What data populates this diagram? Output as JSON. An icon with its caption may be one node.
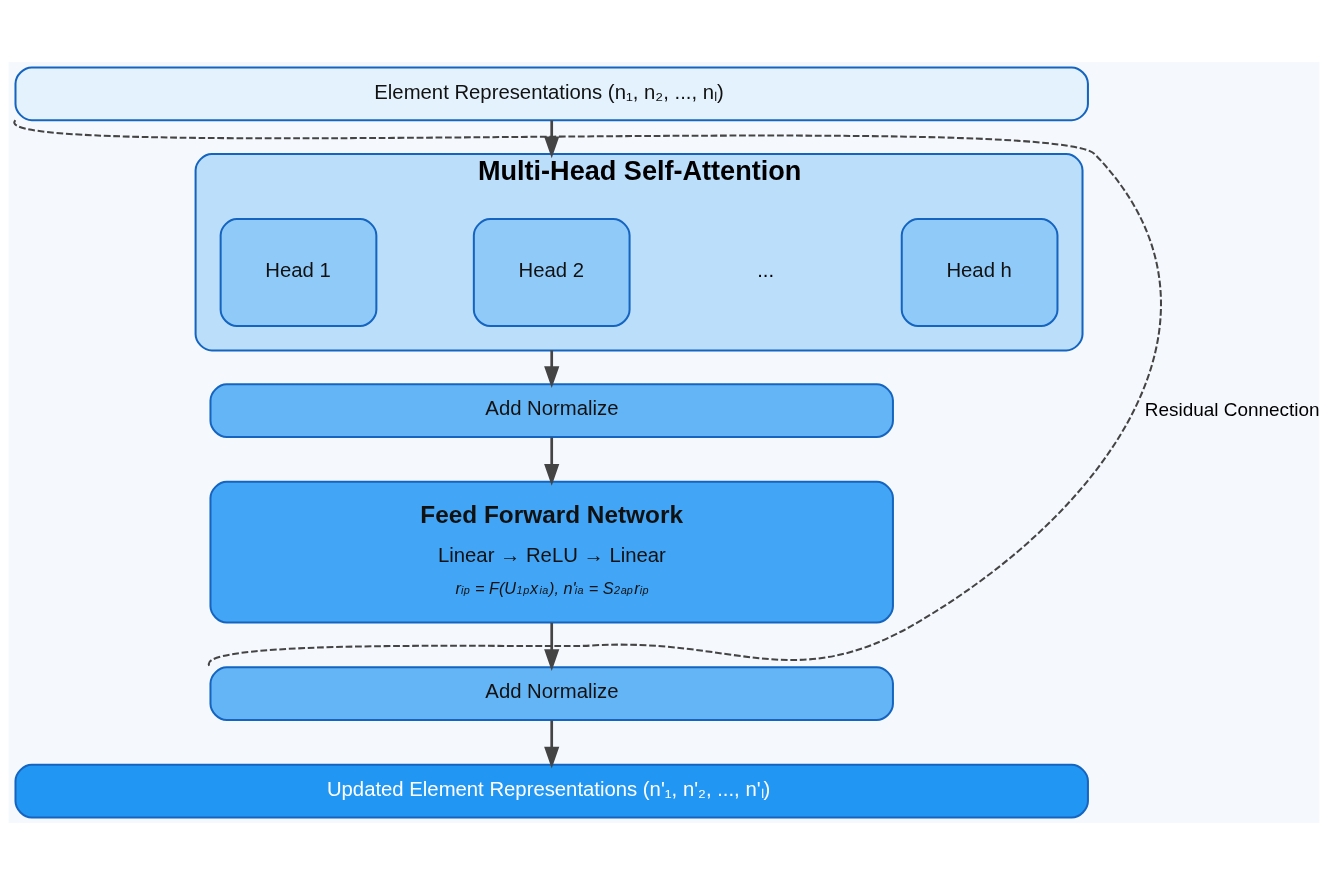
{
  "diagram": {
    "nodes": [
      {
        "text": [
          "Element Representations (n₁, n₂, ..., nₗ)"
        ]
      },
      {
        "text": [
          "Multi-Head Self-Attention"
        ]
      },
      {
        "text": [
          "Head 1"
        ],
        "in": 1
      },
      {
        "text": [
          "Head 2"
        ],
        "in": 1
      },
      {
        "text": [
          "Head h"
        ],
        "in": 1
      },
      {
        "text": [
          "Add Normalize"
        ]
      },
      {
        "text": [
          "Feed Forward Network",
          "Linear → ReLU → Linear",
          "r$_{i}$$^{p}$ = F(U$_{1}$$^{p}$x$_{i}$$^{a}$), n'$_{i}$$^{a}$ = S$_{2}$$^{ap}$r$_{i}$$^{p}$"
        ]
      },
      {
        "text": [
          "Add Normalize"
        ]
      },
      {
        "text": [
          "Updated Element Representations (n'₁, n'₂, ..., n'ₗ)"
        ]
      }
    ],
    "edges": [
      {
        "from": 0,
        "to": 1,
        "arrow": "to"
      },
      {
        "from": 1,
        "to": 5,
        "arrow": "to"
      },
      {
        "from": 5,
        "to": 6,
        "arrow": "to"
      },
      {
        "from": 6,
        "to": 7,
        "arrow": "to"
      },
      {
        "from": 7,
        "to": 8,
        "arrow": "to"
      },
      {
        "from": 0,
        "to": 7,
        "arrow": "none",
        "style": "dashed",
        "label": "Residual Connection"
      }
    ],
    "labels": [
      "..."
    ]
  }
}
